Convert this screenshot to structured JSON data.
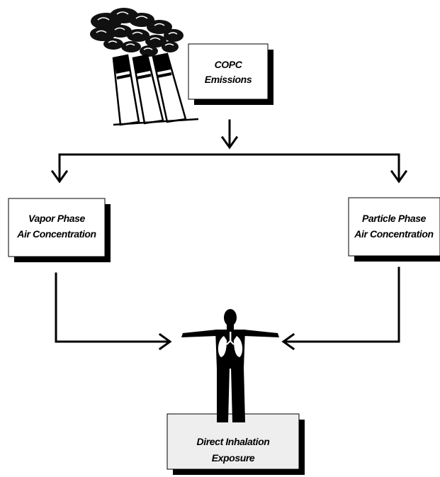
{
  "boxes": {
    "emissions": {
      "line1": "COPC",
      "line2": "Emissions"
    },
    "vapor": {
      "line1": "Vapor  Phase",
      "line2": "Air Concentration"
    },
    "particle": {
      "line1": "Particle Phase",
      "line2": "Air Concentration"
    },
    "exposure": {
      "line1": "Direct Inhalation",
      "line2": "Exposure"
    }
  },
  "icons": {
    "smokestacks": "factory-smokestacks-icon",
    "person": "human-figure-lungs-icon"
  },
  "colors": {
    "box_fill": "#ffffff",
    "exposure_fill": "#eeeeee",
    "shadow": "#000000",
    "line": "#000000"
  }
}
